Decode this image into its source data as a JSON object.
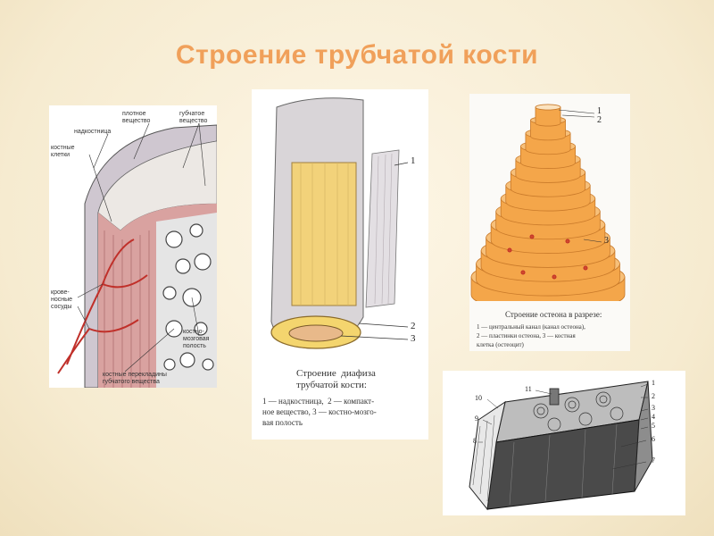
{
  "slide": {
    "title": "Строение трубчатой кости"
  },
  "panel1": {
    "labels": {
      "dense": "плотное\nвещество",
      "spongy": "губчатое\nвещество",
      "periosteum": "надкостница",
      "bone_cells": "костные\nклетки",
      "vessels": "крове-\nносные\nсосуды",
      "marrow": "костно-\nмозговая\nполость",
      "trabeculae": "костные перекладины\nгубчатого вещества"
    }
  },
  "panel2": {
    "numbers": [
      "1",
      "2",
      "3"
    ],
    "caption_title": "Строение  диафиза\nтрубчатой кости:",
    "caption_body": "1 — надкостница,  2 — компакт-\nное вещество, 3 — костно-мозго-\nвая полость"
  },
  "panel3": {
    "numbers": [
      "1",
      "2",
      "3"
    ],
    "caption_title": "Строение остеона в разрезе:",
    "caption_body": "1 — центральный канал (канал остеона),\n2 — пластинки остеона, 3 — костная\nклетка (остеоцит)"
  },
  "panel4": {
    "numbers": [
      "1",
      "2",
      "3",
      "4",
      "5",
      "6",
      "7",
      "8",
      "9",
      "10",
      "11"
    ]
  },
  "colors": {
    "title": "#f0a05a",
    "bone_yellow": "#f2d27a",
    "osteon_orange": "#f4a64a",
    "vessel_red": "#c0302a",
    "periosteum_gray": "#c9c3c8"
  }
}
